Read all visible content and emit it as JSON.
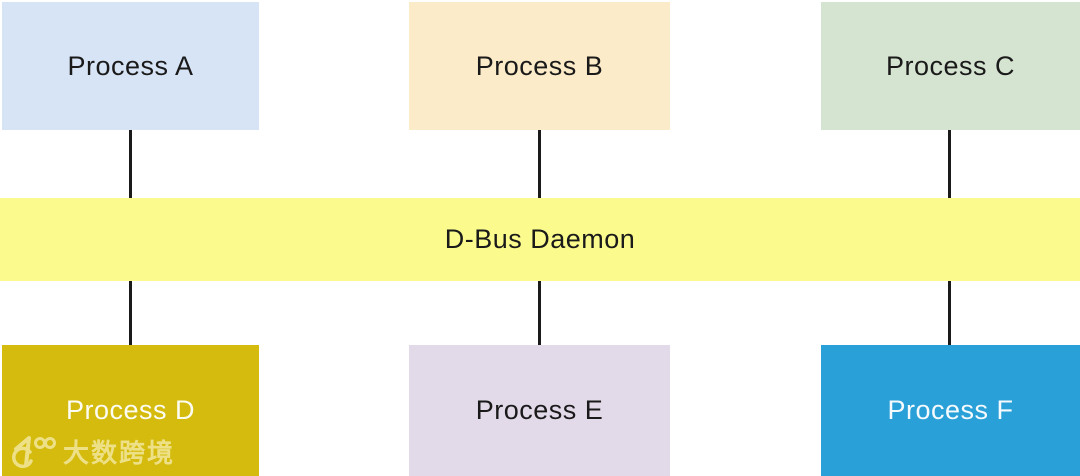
{
  "bus": {
    "label": "D-Bus Daemon",
    "bg": "#fbfa8c",
    "text_color": "#1a1a1a"
  },
  "processes": [
    {
      "label": "Process A",
      "bg": "#d7e4f5",
      "text_color": "#1a1a1a"
    },
    {
      "label": "Process B",
      "bg": "#fcebc8",
      "text_color": "#1a1a1a"
    },
    {
      "label": "Process C",
      "bg": "#d5e4d0",
      "text_color": "#1a1a1a"
    },
    {
      "label": "Process D",
      "bg": "#d4bb0e",
      "text_color": "#fcfcf2"
    },
    {
      "label": "Process E",
      "bg": "#e3dae9",
      "text_color": "#1a1a1a"
    },
    {
      "label": "Process F",
      "bg": "#2aa0d8",
      "text_color": "#f4fafd"
    }
  ],
  "connector_color": "#1a1a1a",
  "watermark": {
    "icon": "10100-smiley-logo",
    "text": "大数跨境",
    "color": "#fdf8d2"
  }
}
